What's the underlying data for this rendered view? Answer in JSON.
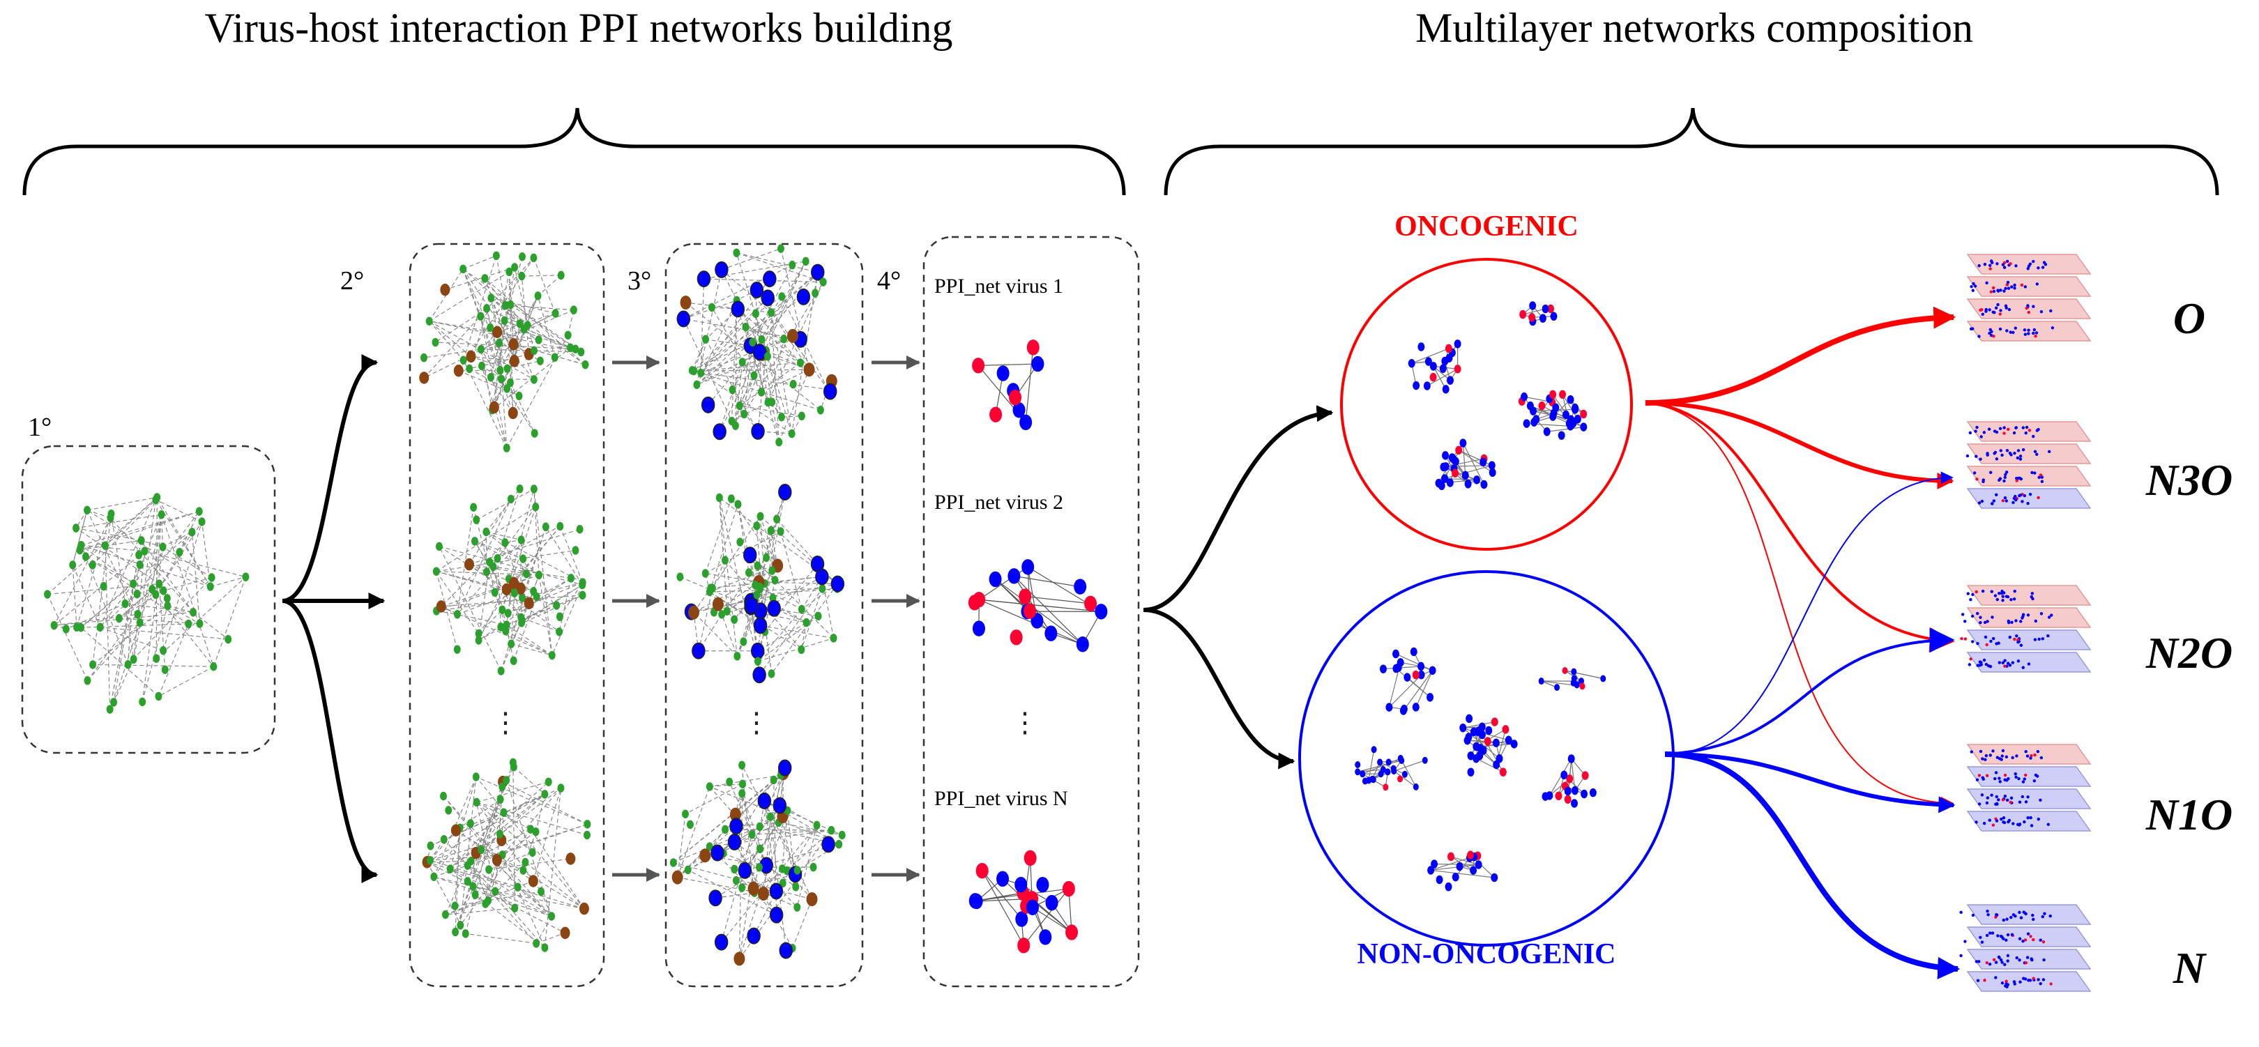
{
  "headers": {
    "left": "Virus-host interaction PPI networks building",
    "right": "Multilayer networks composition"
  },
  "steps": [
    "1°",
    "2°",
    "3°",
    "4°"
  ],
  "ppi_nets": [
    "PPI_net virus 1",
    "PPI_net virus 2",
    "PPI_net virus N"
  ],
  "ellipsis": "⋮",
  "classes": {
    "oncogenic": "ONCOGENIC",
    "non_oncogenic": "NON-ONCOGENIC"
  },
  "layers": [
    {
      "label": "O",
      "composition": [
        "red",
        "red",
        "red",
        "red"
      ]
    },
    {
      "label": "N3O",
      "composition": [
        "red",
        "red",
        "red",
        "blue"
      ]
    },
    {
      "label": "N2O",
      "composition": [
        "red",
        "red",
        "blue",
        "blue"
      ]
    },
    {
      "label": "N1O",
      "composition": [
        "red",
        "blue",
        "blue",
        "blue"
      ]
    },
    {
      "label": "N",
      "composition": [
        "blue",
        "blue",
        "blue",
        "blue"
      ]
    }
  ],
  "colors": {
    "host_node": "#2ca02c",
    "virus_target": "#8b4513",
    "blue_node": "#0000ff",
    "red_node": "#ff0033",
    "red_layer": "#f4c2c2",
    "blue_layer": "#c6c6f4",
    "arrow_gray": "#555555"
  },
  "icons": {
    "flow_arrow": "arrow-right-icon",
    "layer_stack": "layer-stack-icon"
  }
}
